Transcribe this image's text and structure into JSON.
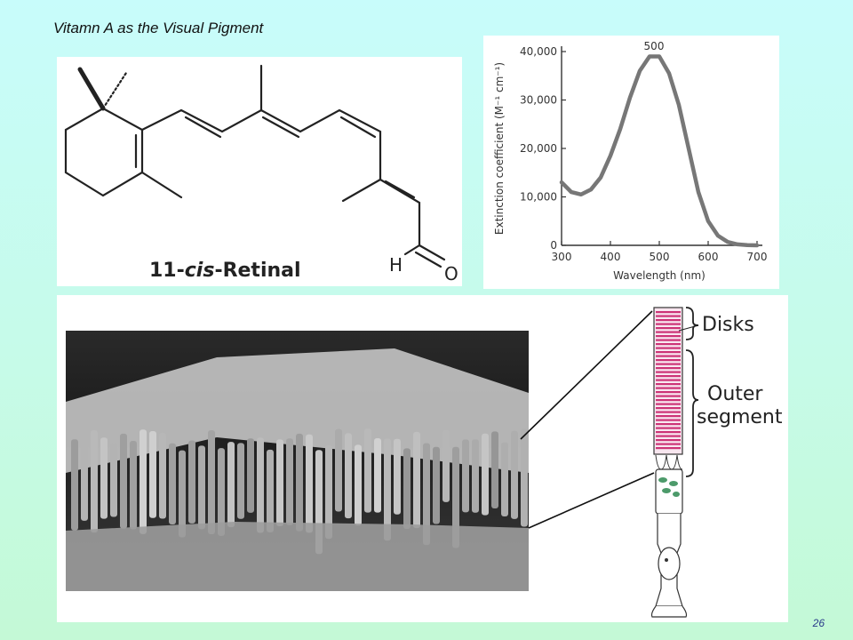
{
  "slide": {
    "title": "Vitamn A as the Visual Pigment",
    "page_number": "26"
  },
  "molecule": {
    "name_prefix": "11-",
    "name_italic": "cis",
    "name_suffix": "-Retinal",
    "atom_h": "H",
    "atom_o": "O"
  },
  "chart_data": {
    "type": "line",
    "title": "",
    "xlabel": "Wavelength (nm)",
    "ylabel": "Extinction coefficient (M⁻¹ cm⁻¹)",
    "xlim": [
      300,
      700
    ],
    "ylim": [
      0,
      40000
    ],
    "x_ticks": [
      "300",
      "400",
      "500",
      "600",
      "700"
    ],
    "y_ticks": [
      "0",
      "10,000",
      "20,000",
      "30,000",
      "40,000"
    ],
    "peak_label": "500",
    "grid": false,
    "series": [
      {
        "x": [
          300,
          320,
          340,
          360,
          380,
          400,
          420,
          440,
          460,
          480,
          500,
          520,
          540,
          560,
          580,
          600,
          620,
          640,
          660,
          680,
          700
        ],
        "y": [
          13000,
          11000,
          10500,
          11500,
          14000,
          18500,
          24000,
          30500,
          36000,
          39000,
          39000,
          35500,
          29000,
          20000,
          11000,
          5000,
          2000,
          700,
          200,
          50,
          0
        ]
      }
    ],
    "line_color": "#777777"
  },
  "rod_diagram": {
    "label_disks": "Disks",
    "label_outer_1": "Outer",
    "label_outer_2": "segment",
    "disk_color": "#cc3377"
  }
}
